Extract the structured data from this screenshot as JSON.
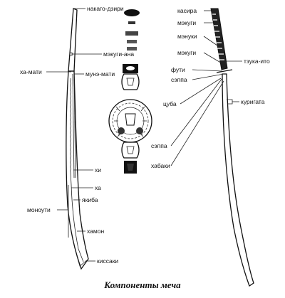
{
  "caption": "Компоненты меча",
  "labels": {
    "nakago_dziri": "накаго-дзири",
    "mekugi_ana": "мэкуги-ана",
    "ha_mati": "ха-мати",
    "mune_mati": "мунэ-мати",
    "hi": "хи",
    "ha": "ха",
    "yakiba": "якиба",
    "monouti": "моноути",
    "hamon": "хамон",
    "kissaki": "киссаки",
    "kasira": "касира",
    "mekugi_top": "мэкуги",
    "menuki": "мэнуки",
    "mekugi_mid": "мэкуги",
    "tsuka_ito": "тзука-ито",
    "futi": "фути",
    "seppa_top": "сэппа",
    "kurigata": "куригата",
    "tsuba": "цуба",
    "seppa_bottom": "сэппа",
    "habaki": "хабаки"
  }
}
